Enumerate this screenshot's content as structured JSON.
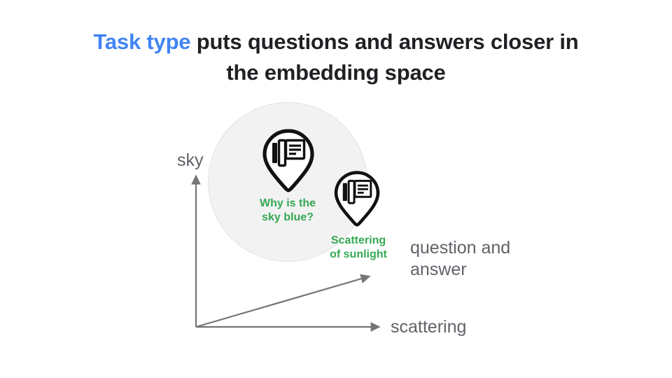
{
  "slide": {
    "background_color": "#ffffff",
    "title": {
      "accent_text": "Task type",
      "rest_text": " puts questions and answers closer in the embedding space",
      "accent_color": "#4285F4",
      "text_color": "#202124"
    },
    "diagram": {
      "cluster": {
        "fill_color": "#f2f2f2",
        "stroke_color": "#e2e2e6"
      },
      "axes": {
        "color": "#757575",
        "origin_label": "",
        "vertical_label": "sky",
        "horizontal_label": "scattering",
        "diagonal_label": "question and\nanswer"
      },
      "points": [
        {
          "icon": "library-books-pin-icon",
          "label": "Why is the\nsky blue?",
          "label_color": "#34A853",
          "role": "question"
        },
        {
          "icon": "library-books-pin-icon",
          "label": "Scattering\nof sunlight",
          "label_color": "#34A853",
          "role": "answer"
        }
      ]
    }
  }
}
